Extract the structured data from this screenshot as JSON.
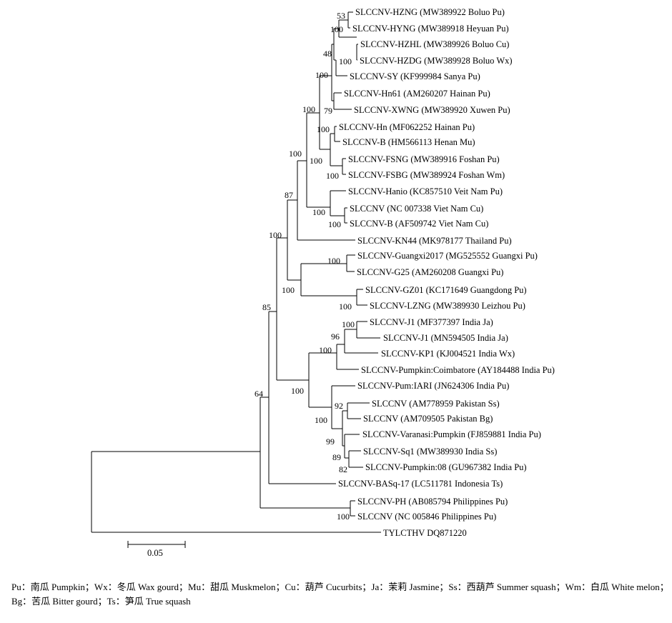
{
  "tree": {
    "taxa": [
      "SLCCNV-HZNG (MW389922 Boluo Pu)",
      "SLCCNV-HYNG (MW389918 Heyuan Pu)",
      "SLCCNV-HZHL (MW389926 Boluo Cu)",
      "SLCCNV-HZDG (MW389928 Boluo Wx)",
      "SLCCNV-SY (KF999984 Sanya Pu)",
      "SLCCNV-Hn61 (AM260207 Hainan Pu)",
      "SLCCNV-XWNG (MW389920 Xuwen Pu)",
      "SLCCNV-Hn (MF062252 Hainan Pu)",
      "SLCCNV-B (HM566113 Henan Mu)",
      "SLCCNV-FSNG (MW389916 Foshan Pu)",
      "SLCCNV-FSBG (MW389924 Foshan Wm)",
      "SLCCNV-Hanio (KC857510 Veit Nam Pu)",
      "SLCCNV (NC 007338 Viet Nam Cu)",
      "SLCCNV-B (AF509742 Viet Nam Cu)",
      "SLCCNV-KN44 (MK978177 Thailand Pu)",
      "SLCCNV-Guangxi2017 (MG525552 Guangxi Pu)",
      "SLCCNV-G25 (AM260208 Guangxi Pu)",
      "SLCCNV-GZ01 (KC171649 Guangdong Pu)",
      "SLCCNV-LZNG (MW389930 Leizhou Pu)",
      "SLCCNV-J1 (MF377397 India Ja)",
      "SLCCNV-J1 (MN594505 India Ja)",
      "SLCCNV-KP1 (KJ004521 India Wx)",
      "SLCCNV-Pumpkin:Coimbatore (AY184488 India Pu)",
      "SLCCNV-Pum:IARI (JN624306 India Pu)",
      "SLCCNV (AM778959 Pakistan Ss)",
      "SLCCNV (AM709505 Pakistan Bg)",
      "SLCCNV-Varanasi:Pumpkin (FJ859881 India Pu)",
      "SLCCNV-Sq1 (MW389930 India Ss)",
      "SLCCNV-Pumpkin:08 (GU967382 India Pu)",
      "SLCCNV-BASq-17 (LC511781 Indonesia Ts)",
      "SLCCNV-PH (AB085794 Philippines Pu)",
      "SLCCNV (NC 005846 Philippines Pu)",
      "TYLCTHV DQ871220"
    ],
    "bootstrap_values": [
      "53",
      "100",
      "48",
      "100",
      "100",
      "79",
      "100",
      "100",
      "100",
      "100",
      "100",
      "100",
      "87",
      "100",
      "100",
      "100",
      "100",
      "85",
      "100",
      "96",
      "100",
      "100",
      "92",
      "100",
      "99",
      "89",
      "82",
      "64",
      "100"
    ]
  },
  "scale_bar": {
    "label": "0.05"
  },
  "legend": {
    "text": "Pu：南瓜 Pumpkin；Wx：冬瓜 Wax gourd；Mu：甜瓜 Muskmelon；Cu：葫芦 Cucurbits；Ja：茉莉 Jasmine；Ss：西葫芦 Summer squash；Wm：白瓜 White melon；Bg：苦瓜 Bitter gourd；Ts：笋瓜 True squash"
  }
}
